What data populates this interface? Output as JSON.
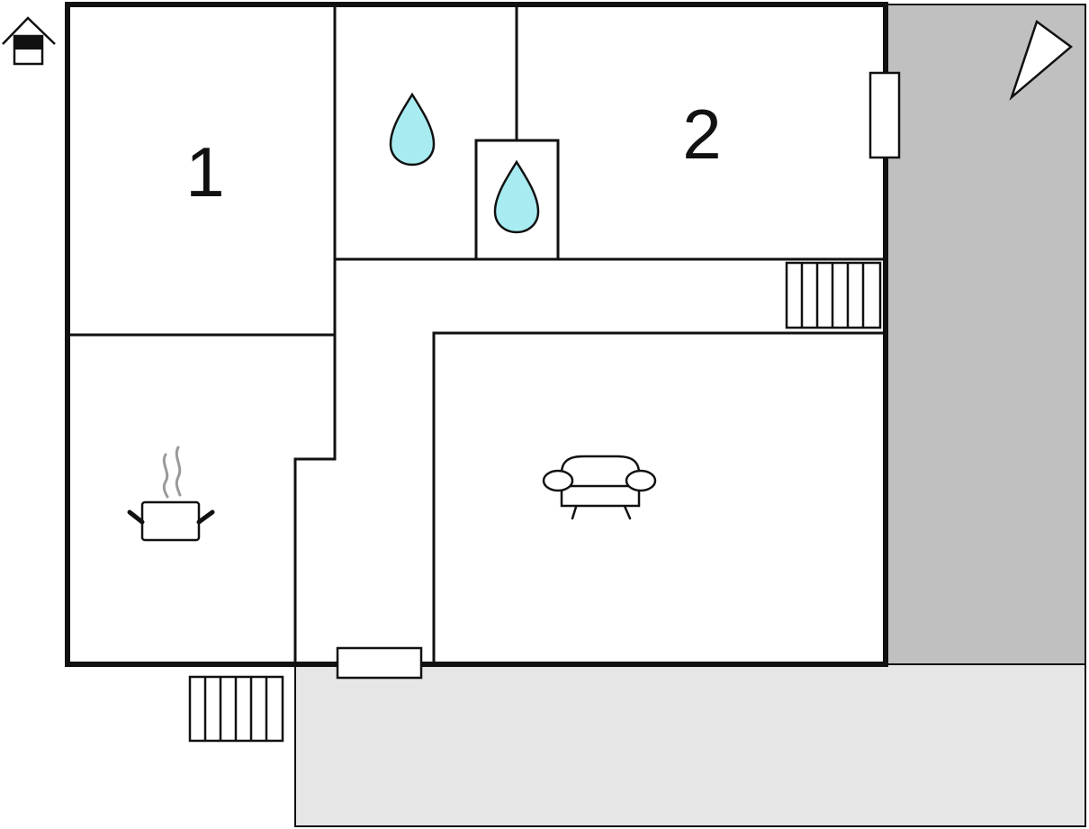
{
  "rooms": {
    "bedroom_1": {
      "label": "1",
      "type": "bedroom"
    },
    "bedroom_2": {
      "label": "2",
      "type": "bedroom"
    },
    "bathroom": {
      "type": "bathroom",
      "icon": "water-drop-icon"
    },
    "shower": {
      "type": "shower",
      "icon": "water-drop-icon"
    },
    "kitchen": {
      "type": "kitchen",
      "icon": "cooking-pot-icon"
    },
    "living_room": {
      "type": "living-room",
      "icon": "sofa-icon"
    },
    "hallway": {
      "type": "hallway"
    }
  },
  "outdoor": {
    "terrace_side": {
      "type": "terrace"
    },
    "terrace_front": {
      "type": "terrace"
    }
  },
  "icons": {
    "entrance": "house-entrance-icon",
    "north": "north-arrow-icon",
    "stairs": "stairs-icon",
    "window": "window-icon"
  },
  "colors": {
    "wall": "#111111",
    "water": "#a8ecf2",
    "terrace_side": "#c0c0c0",
    "terrace_front": "#e6e6e6",
    "steam": "#9a9a9a",
    "interior": "#ffffff"
  }
}
